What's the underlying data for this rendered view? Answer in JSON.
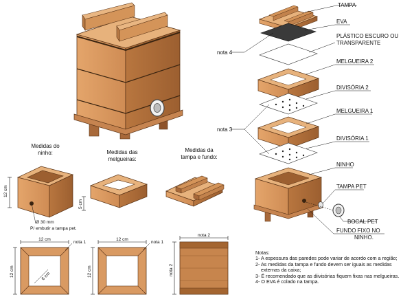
{
  "labels": {
    "tampa": "TAMPA",
    "eva": "EVA",
    "plastico_1": "PLÁSTICO ESCURO OU",
    "plastico_2": "TRANSPARENTE",
    "melgueira2": "MELGUEIRA 2",
    "divisoria2": "DIVISÓRIA 2",
    "melgueira1": "MELGUEIRA 1",
    "divisoria1": "DIVISÓRIA 1",
    "ninho": "NINHO",
    "tampa_pet": "TAMPA PET",
    "bocal_pet": "BOCAL PET",
    "fundo_1": "FUNDO FIXO NO",
    "fundo_2": "NINHO.",
    "nota4": "nota 4",
    "nota3": "nota 3"
  },
  "measures": {
    "ninho_title_1": "Medidas do",
    "ninho_title_2": "ninho:",
    "melg_title_1": "Medidas das",
    "melg_title_2": "melgueiras:",
    "tampa_title_1": "Medidas da",
    "tampa_title_2": "tampa e fundo:",
    "ninho_height": "12 cm",
    "melg_height": "5 cm",
    "hole_diameter": "Ø 30 mm",
    "hole_note": "P/ embutir a tampa pet.",
    "dim_12a": "12 cm",
    "dim_12b": "12 cm",
    "dim_12c": "12 cm",
    "dim_12d": "12 cm",
    "dim_12e": "12 cm",
    "diag_6": "6 cm",
    "nota1a": "nota 1",
    "nota1b": "nota 1",
    "nota2a": "nota 2",
    "nota2b": "nota 2"
  },
  "notes": {
    "title": "Notas:",
    "n1": "1- A espessura das paredes pode variar de acordo com a região;",
    "n2a": "2- As medidas da tampa e fundo devem ser iguais as medidas",
    "n2b": "externas da caixa;",
    "n3": "3- É recomendado que as diivisórias fiquem fixas nas melgueiras.",
    "n4": "4- O EVA é colado na tampa."
  },
  "colors": {
    "wood_front": "#d99a62",
    "wood_side": "#b5733f",
    "wood_top": "#e8b27c",
    "eva": "#3a3a3a"
  }
}
